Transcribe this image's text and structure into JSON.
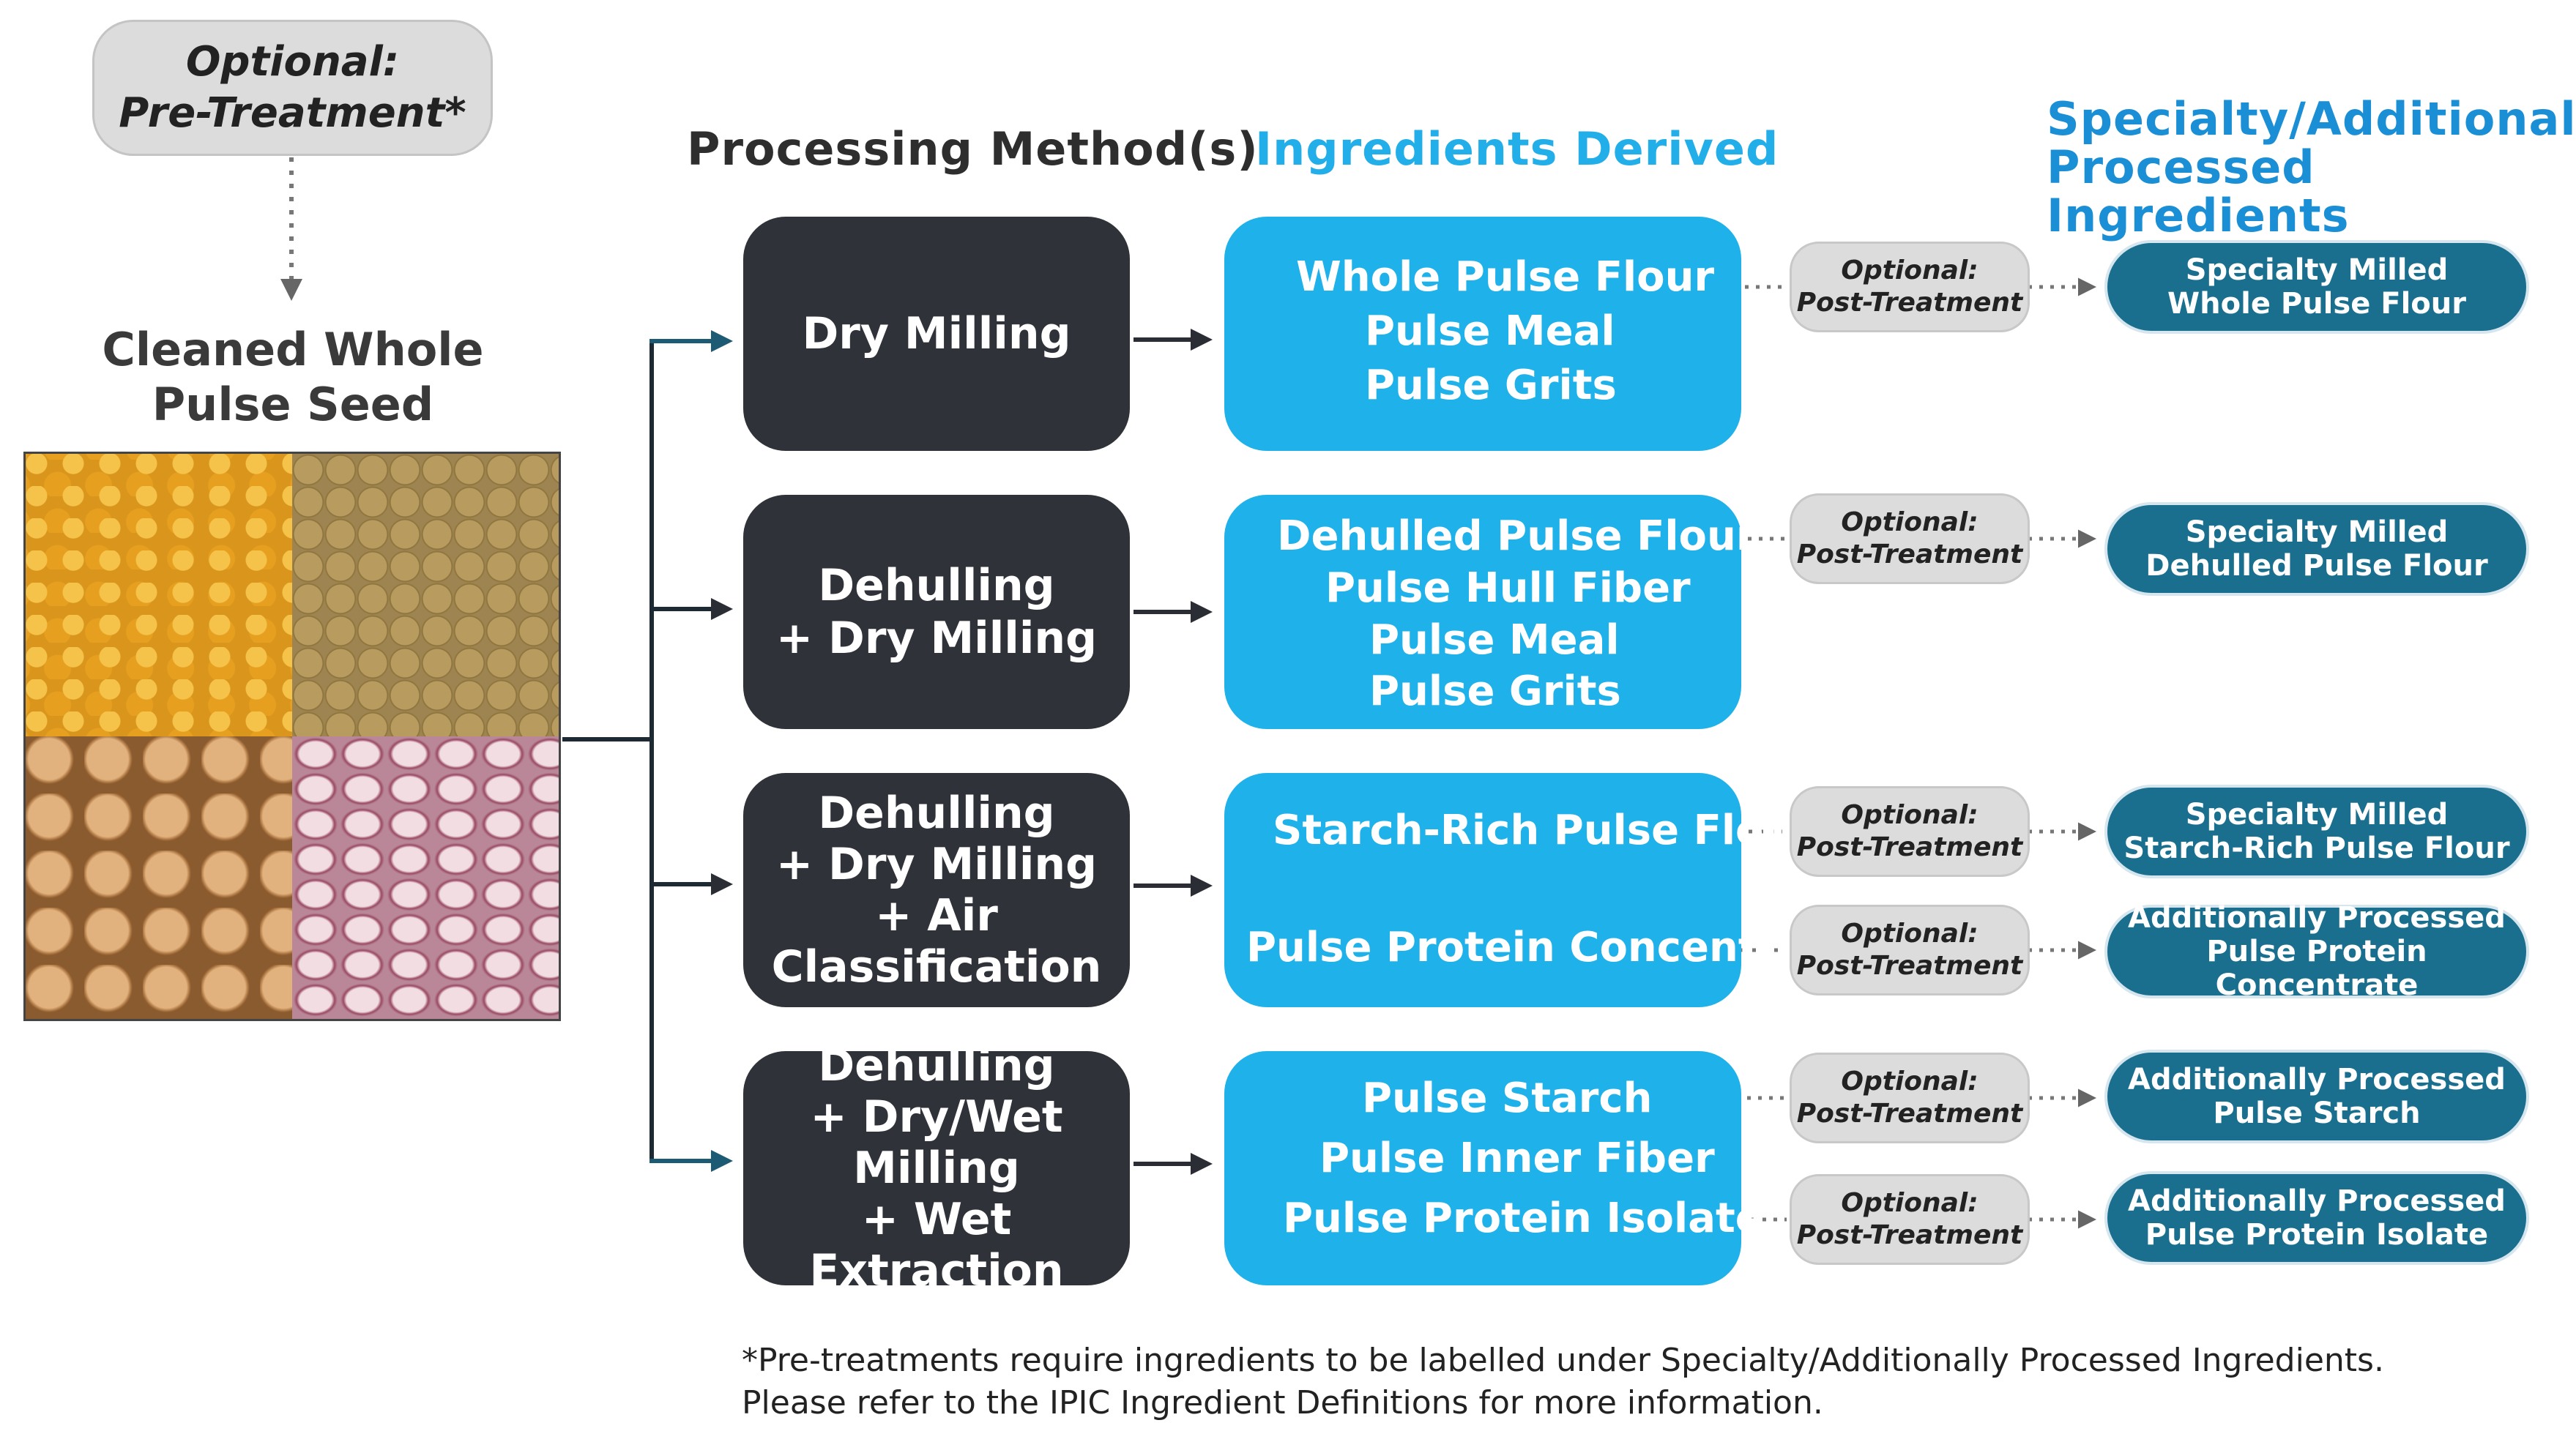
{
  "pretreatment": {
    "line1": "Optional:",
    "line2": "Pre-Treatment*"
  },
  "seed": {
    "line1": "Cleaned Whole",
    "line2": "Pulse Seed"
  },
  "headers": {
    "methods": "Processing Method(s)",
    "ingredients": "Ingredients Derived",
    "specialty_line1": "Specialty/Additionally",
    "specialty_line2": "Processed  Ingredients"
  },
  "methods": [
    {
      "lines": [
        "Dry Milling"
      ]
    },
    {
      "lines": [
        "Dehulling",
        "+ Dry Milling"
      ]
    },
    {
      "lines": [
        "Dehulling",
        "+ Dry Milling",
        "+ Air Classification"
      ]
    },
    {
      "lines": [
        "Dehulling",
        "+ Dry/Wet Milling",
        "+ Wet Extraction"
      ]
    }
  ],
  "ingredients": [
    {
      "lines": [
        "Whole Pulse Flour",
        "Pulse Meal",
        "Pulse Grits"
      ]
    },
    {
      "lines": [
        "Dehulled Pulse Flour",
        "Pulse Hull Fiber",
        "Pulse Meal",
        "Pulse Grits"
      ]
    },
    {
      "lines": [
        "Starch-Rich Pulse Flour",
        "Pulse Protein Concentrate"
      ]
    },
    {
      "lines": [
        "Pulse Starch",
        "Pulse Inner Fiber",
        "Pulse Protein Isolate"
      ]
    }
  ],
  "post_treatment": {
    "line1": "Optional:",
    "line2": "Post-Treatment"
  },
  "specialty": [
    {
      "line1": "Specialty Milled",
      "line2": "Whole Pulse Flour"
    },
    {
      "line1": "Specialty Milled",
      "line2": "Dehulled Pulse Flour"
    },
    {
      "line1": "Specialty Milled",
      "line2": "Starch-Rich Pulse Flour"
    },
    {
      "line1": "Additionally Processed",
      "line2": "Pulse Protein Concentrate"
    },
    {
      "line1": "Additionally Processed",
      "line2": "Pulse Starch"
    },
    {
      "line1": "Additionally Processed",
      "line2": "Pulse Protein Isolate"
    }
  ],
  "footnote": {
    "line1": "*Pre-treatments require ingredients to be labelled under Specialty/Additionally Processed Ingredients.",
    "line2": "Please refer to the IPIC Ingredient Definitions for more information."
  },
  "colors": {
    "dark_box": "#2f3238",
    "ingredient_blue": "#1fb1ea",
    "specialty_teal": "#1a6f8e",
    "header_blue": "#1a8fd6",
    "connector": "#1d5a74"
  }
}
